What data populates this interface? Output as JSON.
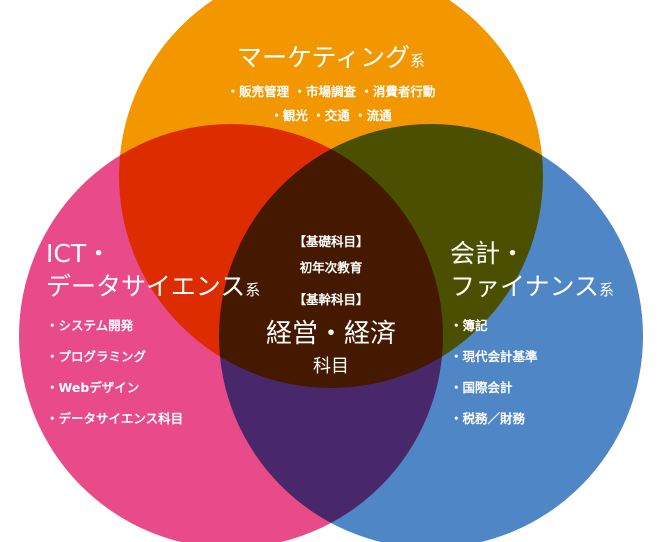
{
  "colors": {
    "marketing": "#f39700",
    "ict": "#e84a8a",
    "finance": "#4f86c6",
    "text": "#ffffff"
  },
  "marketing": {
    "title": "マーケティング",
    "suffix": "系",
    "items_line1": "・販売管理 ・市場調査 ・消費者行動",
    "items_line2": "・観光 ・交通 ・流通"
  },
  "ict": {
    "title_line1": "ICT・",
    "title_line2": "データサイエンス",
    "suffix": "系",
    "items": [
      "・システム開発",
      "・プログラミング",
      "・Webデザイン",
      "・データサイエンス科目"
    ]
  },
  "finance": {
    "title_line1": "会計・",
    "title_line2": "ファイナンス",
    "suffix": "系",
    "items": [
      "・簿記",
      "・現代会計基準",
      "・国際会計",
      "・税務／財務"
    ]
  },
  "core": {
    "basic_heading": "【基礎科目】",
    "basic_subject": "初年次教育",
    "main_heading": "【基幹科目】",
    "main_title": "経営・経済",
    "main_sub": "科目"
  }
}
